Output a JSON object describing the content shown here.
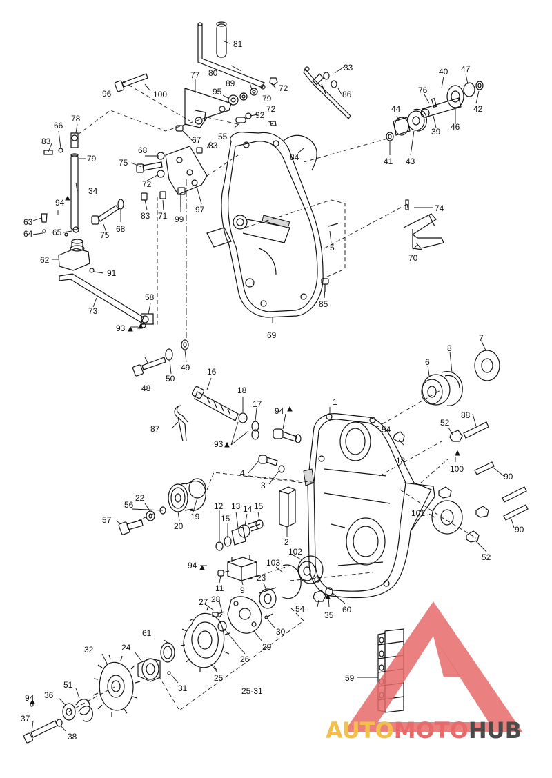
{
  "callouts": {
    "c1": "1",
    "c2": "2",
    "c3": "3",
    "c4": "4",
    "c5": "5",
    "c6": "6",
    "c7": "7",
    "c8": "8",
    "c9": "9",
    "c11": "11",
    "c12": "12",
    "c13": "13",
    "c14": "14",
    "c15a": "15",
    "c15b": "15",
    "c16": "16",
    "c17": "17",
    "c18a": "18",
    "c18b": "18",
    "c19": "19",
    "c20": "20",
    "c22": "22",
    "c23": "23",
    "c24": "24",
    "c25": "25",
    "c26": "26",
    "c27": "27",
    "c28": "28",
    "c29": "29",
    "c30": "30",
    "c31": "31",
    "c32": "32",
    "c33": "33",
    "c34": "34",
    "c35": "35",
    "c36": "36",
    "c37": "37",
    "c38": "38",
    "c39": "39",
    "c40": "40",
    "c41": "41",
    "c42": "42",
    "c43": "43",
    "c44": "44",
    "c46": "46",
    "c47": "47",
    "c48": "48",
    "c49": "49",
    "c50": "50",
    "c51": "51",
    "c52a": "52",
    "c52b": "52",
    "c54a": "54",
    "c54b": "54",
    "c55": "55",
    "c56": "56",
    "c57": "57",
    "c58": "58",
    "c59": "59",
    "c60": "60",
    "c61": "61",
    "c62": "62",
    "c63": "63",
    "c64": "64",
    "c65": "65",
    "c66": "66",
    "c67": "67",
    "c68a": "68",
    "c68b": "68",
    "c69": "69",
    "c70": "70",
    "c71": "71",
    "c72a": "72",
    "c72b": "72",
    "c72c": "72",
    "c73": "73",
    "c74": "74",
    "c75a": "75",
    "c75b": "75",
    "c76": "76",
    "c77": "77",
    "c78": "78",
    "c79a": "79",
    "c79b": "79",
    "c80": "80",
    "c81": "81",
    "c83a": "83",
    "c83b": "83",
    "c83c": "83",
    "c84": "84",
    "c85": "85",
    "c86": "86",
    "c87": "87",
    "c88": "88",
    "c89": "89",
    "c90a": "90",
    "c90b": "90",
    "c91": "91",
    "c92": "92",
    "c93a": "93",
    "c93b": "93",
    "c94a": "94",
    "c94b": "94",
    "c94c": "94",
    "c94d": "94",
    "c95": "95",
    "c96": "96",
    "c97": "97",
    "c99": "99",
    "c100a": "100",
    "c100b": "100",
    "c101": "101",
    "c102": "102",
    "c103": "103",
    "c2531": "25-31"
  },
  "watermark": {
    "part1": "AUTO",
    "part2": "MOTO",
    "part3": "HUB"
  },
  "colors": {
    "logo_red": "#e86a6a",
    "logo_yellow": "#f2c04a",
    "logo_dark": "#4a4a4a"
  }
}
